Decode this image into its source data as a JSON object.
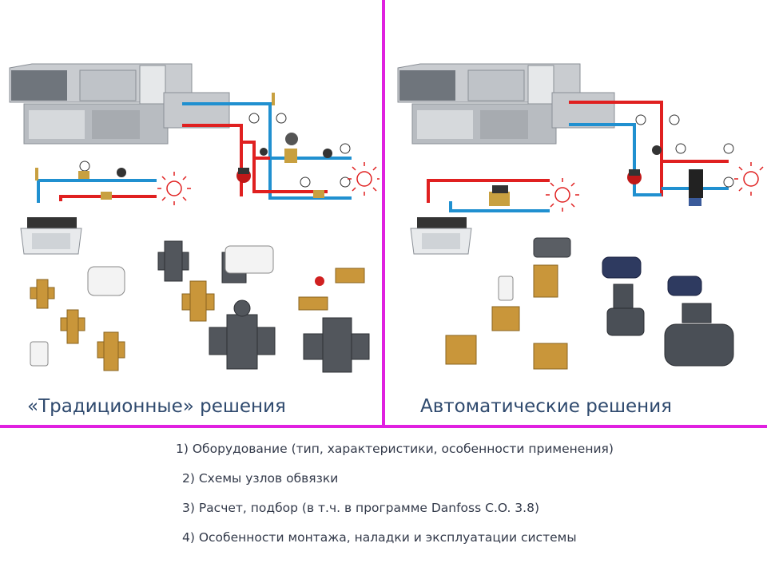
{
  "left_panel": {
    "caption": "«Традиционные» решения"
  },
  "right_panel": {
    "caption": "Автоматические решения"
  },
  "list": [
    "1) Оборудование (тип, характеристики, особенности применения)",
    "2) Схемы узлов обвязки",
    "3) Расчет, подбор (в т.ч. в программе Danfoss C.O.  3.8)",
    "4) Особенности монтажа, наладки и эксплуатации системы"
  ],
  "colors": {
    "accent": "#e020e0",
    "supply": "#e02020",
    "return": "#2090d0",
    "caption": "#2f4a6e"
  }
}
